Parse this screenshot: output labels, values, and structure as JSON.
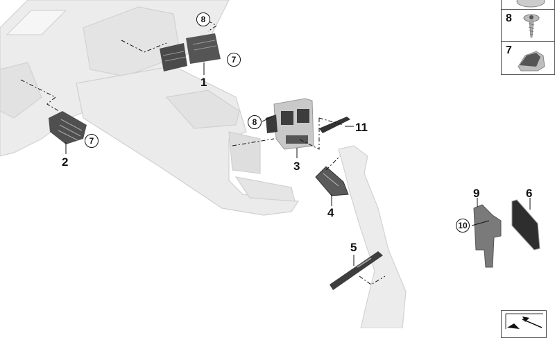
{
  "diagram": {
    "type": "exploded-parts-diagram",
    "subject": "Dashboard and center console air vents",
    "callouts": [
      {
        "id": "1",
        "label": "1",
        "part": "Front center dashboard air vent pair"
      },
      {
        "id": "2",
        "label": "2",
        "part": "Left side dashboard air vent"
      },
      {
        "id": "3",
        "label": "3",
        "part": "Rear center console air vent"
      },
      {
        "id": "4",
        "label": "4",
        "part": "Footwell air outlet"
      },
      {
        "id": "5",
        "label": "5",
        "part": "Air duct trim panel"
      },
      {
        "id": "6",
        "label": "6",
        "part": "Filter pad"
      },
      {
        "id": "9",
        "label": "9",
        "part": "Bracket"
      },
      {
        "id": "11",
        "label": "11",
        "part": "Foam strip"
      }
    ],
    "circled_refs": [
      {
        "label": "8",
        "near": "1"
      },
      {
        "label": "7",
        "near": "1"
      },
      {
        "label": "7",
        "near": "2"
      },
      {
        "label": "8",
        "near": "3"
      },
      {
        "label": "10",
        "near": "9"
      }
    ]
  },
  "legend": {
    "items": [
      {
        "number": "",
        "icon": "washer-icon"
      },
      {
        "number": "8",
        "icon": "screw-icon"
      },
      {
        "number": "7",
        "icon": "rubber-knob-icon"
      }
    ]
  },
  "nav": {
    "icon": "arrow-up-left-icon"
  },
  "colors": {
    "ghost_part": "#e6e6e6",
    "ghost_outline": "#cfcfcf",
    "dark_part": "#4a4a4a",
    "label": "#111111"
  }
}
